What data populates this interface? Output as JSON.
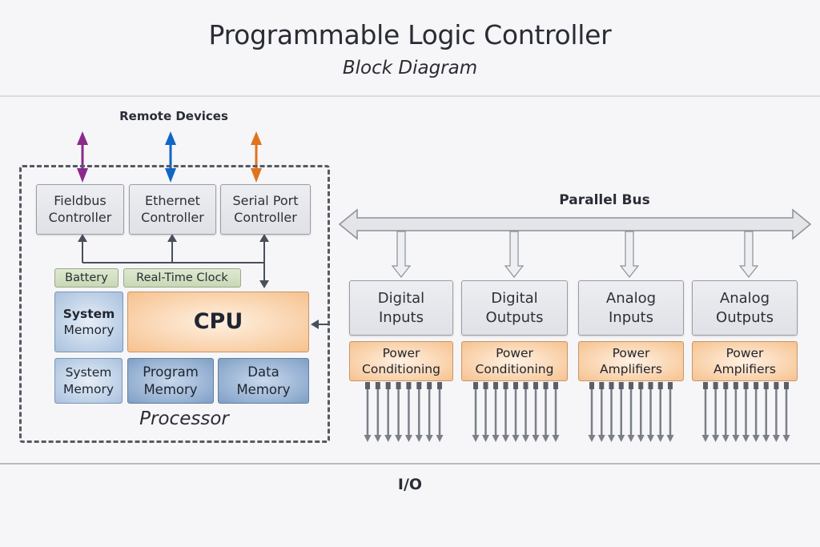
{
  "header": {
    "title": "Programmable Logic Controller",
    "subtitle": "Block Diagram"
  },
  "remote": {
    "label": "Remote Devices",
    "arrow_colors": [
      "#8a2a8c",
      "#1166c4",
      "#e0731f"
    ]
  },
  "processor": {
    "label": "Processor",
    "controllers": [
      {
        "line1": "Fieldbus",
        "line2": "Controller"
      },
      {
        "line1": "Ethernet",
        "line2": "Controller"
      },
      {
        "line1": "Serial Port",
        "line2": "Controller"
      }
    ],
    "battery": "Battery",
    "rtc": "Real-Time Clock",
    "system_memory_top": {
      "line1": "System",
      "line2": "Memory"
    },
    "cpu": "CPU",
    "system_memory_bottom": {
      "line1": "System",
      "line2": "Memory"
    },
    "program_memory": {
      "line1": "Program",
      "line2": "Memory"
    },
    "data_memory": {
      "line1": "Data",
      "line2": "Memory"
    }
  },
  "bus": {
    "label": "Parallel Bus"
  },
  "io_modules": [
    {
      "line1": "Digital",
      "line2": "Inputs",
      "sub1": "Power",
      "sub2": "Conditioning",
      "pins": 8
    },
    {
      "line1": "Digital",
      "line2": "Outputs",
      "sub1": "Power",
      "sub2": "Conditioning",
      "pins": 9
    },
    {
      "line1": "Analog",
      "line2": "Inputs",
      "sub1": "Power",
      "sub2": "Amplifiers",
      "pins": 9
    },
    {
      "line1": "Analog",
      "line2": "Outputs",
      "sub1": "Power",
      "sub2": "Amplifiers",
      "pins": 9
    }
  ],
  "footer": {
    "label": "I/O"
  },
  "colors": {
    "connector": "#4a4f5a",
    "pin": "#7b7f88"
  }
}
